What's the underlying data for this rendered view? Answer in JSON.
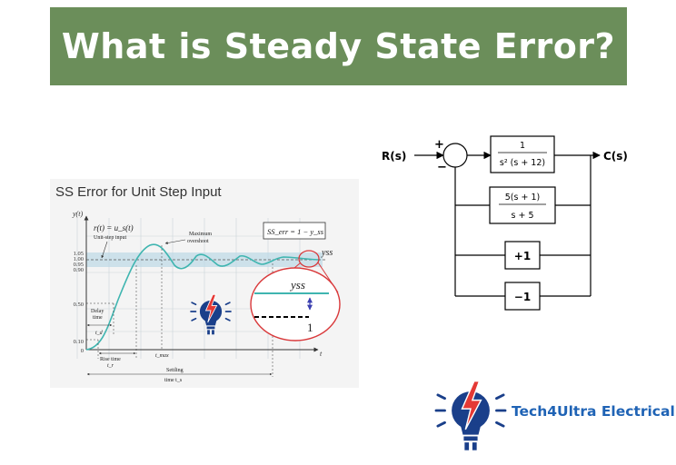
{
  "banner": {
    "title": "What is Steady State Error?"
  },
  "plot": {
    "title": "SS Error for Unit Step Input",
    "y_axis_label": "y(t)",
    "x_axis_label": "t",
    "input_label": "r(t) = u_s(t)",
    "input_sublabel": "Unit-step input",
    "overshoot_label_1": "Maximum",
    "overshoot_label_2": "overshoot",
    "formula": "SS_err = 1 − y_ss",
    "y_ticks": [
      "1.05",
      "1.00",
      "0.95",
      "0.90",
      "0.50",
      "0.10",
      "0"
    ],
    "delay_label_1": "Delay",
    "delay_label_2": "time",
    "delay_symbol": "t_d",
    "rise_label": "Rise time",
    "rise_symbol": "t_r",
    "tmax_label": "t_max",
    "settling_label_1": "Settling",
    "settling_label_2": "time t_s",
    "yss_label": "yss",
    "zoom_yss_label": "yss",
    "zoom_one_label": "1"
  },
  "block_diagram": {
    "input_label": "R(s)",
    "output_label": "C(s)",
    "plus_sign": "+",
    "minus_sign": "−",
    "block1_num": "1",
    "block1_den": "s² (s + 12)",
    "block2_num": "5(s + 1)",
    "block2_den": "s + 5",
    "block3_label": "+1",
    "block4_label": "−1"
  },
  "brand": {
    "name": "Tech4Ultra Electrical"
  },
  "colors": {
    "banner_bg": "#6b8e5a",
    "response_curve": "#3fb5b0",
    "zoom_circle": "#d9383a",
    "brand_blue": "#1f63b5",
    "bolt_red": "#e53935"
  },
  "icons": [
    "bulb-bolt-logo-icon",
    "bulb-bolt-logo-icon"
  ]
}
